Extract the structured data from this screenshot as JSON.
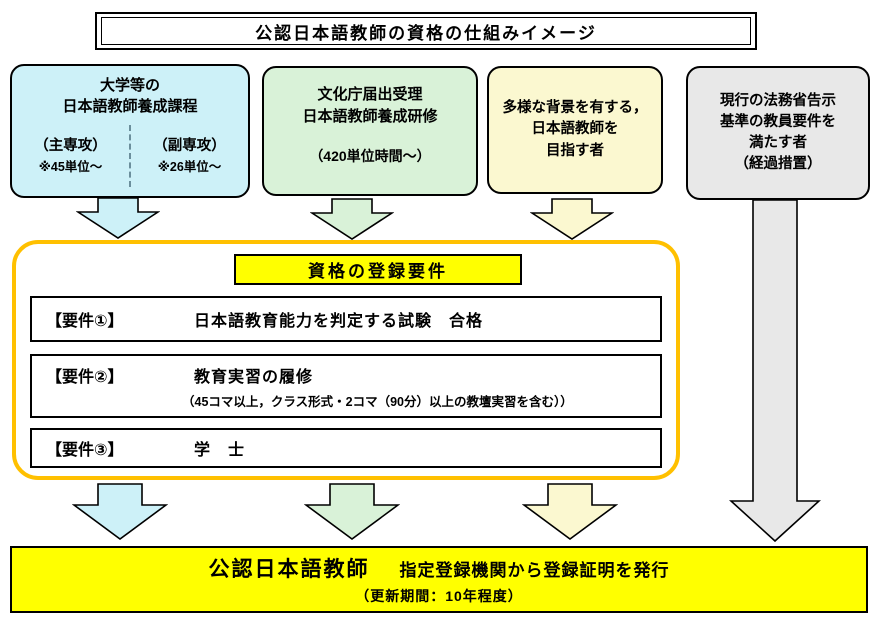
{
  "palette": {
    "cyan": "#cdf1f8",
    "green": "#d9f2d8",
    "pale_yellow": "#fbf8d0",
    "gray": "#e8e8e8",
    "highlight_yellow": "#ffff00",
    "panel_border_orange": "#ffc000"
  },
  "title": "公認日本語教師の資格の仕組みイメージ",
  "sources": {
    "university": {
      "line1": "大学等の",
      "line2": "日本語教師養成課程",
      "major_label": "（主専攻）",
      "major_note": "※45単位～",
      "minor_label": "（副専攻）",
      "minor_note": "※26単位～"
    },
    "agency": {
      "line1": "文化庁届出受理",
      "line2": "日本語教師養成研修",
      "note": "（420単位時間～）"
    },
    "diverse": {
      "line1": "多様な背景を有する，",
      "line2": "日本語教師を",
      "line3": "目指す者"
    },
    "moj": {
      "line1": "現行の法務省告示",
      "line2": "基準の教員要件を",
      "line3": "満たす者",
      "line4": "（経過措置）"
    }
  },
  "requirements": {
    "heading": "資格の登録要件",
    "req1_label": "【要件①】",
    "req1_text": "日本語教育能力を判定する試験　合格",
    "req2_label": "【要件②】",
    "req2_text": "教育実習の履修",
    "req2_note": "（45コマ以上，クラス形式・2コマ（90分）以上の教壇実習を含む））",
    "req3_label": "【要件③】",
    "req3_text": "学　士"
  },
  "result": {
    "main": "公認日本語教師",
    "sub": "指定登録機関から登録証明を発行",
    "note": "（更新期間：10年程度）"
  }
}
